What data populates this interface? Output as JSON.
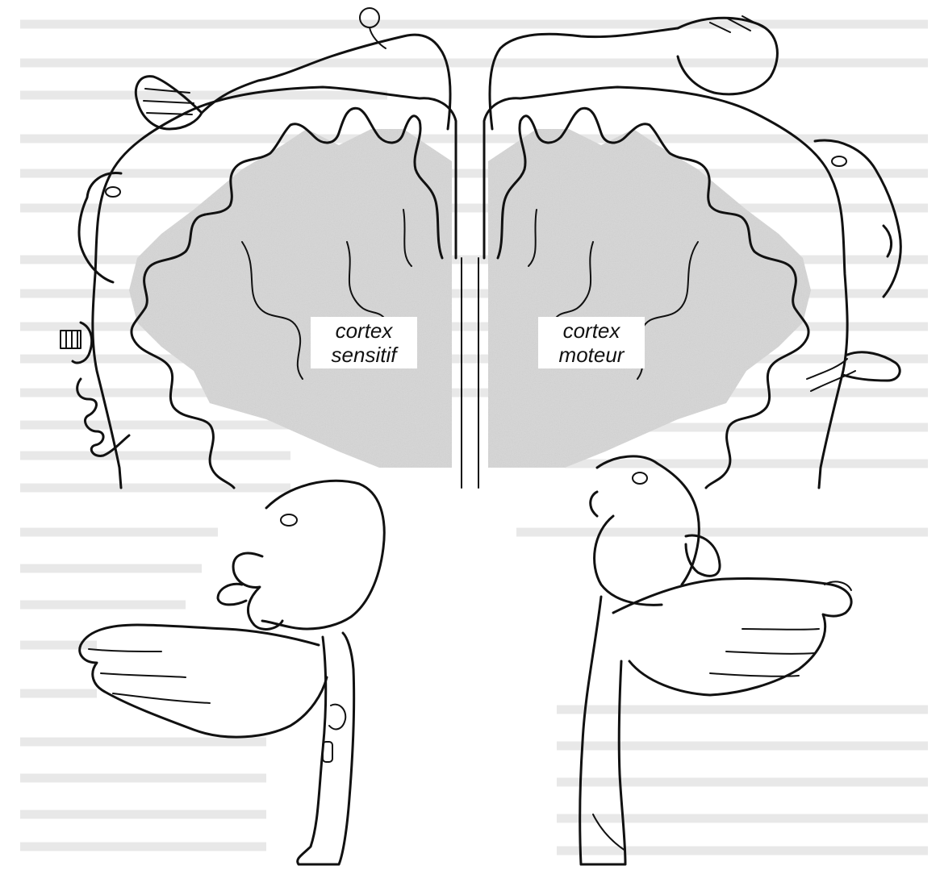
{
  "labels": {
    "sensory_line1": "cortex",
    "sensory_line2": "sensitif",
    "motor_line1": "cortex",
    "motor_line2": "moteur"
  },
  "colors": {
    "ink": "#111111",
    "paper": "#ffffff",
    "white_matter_shade": "#d6d6d6",
    "bleed_through_text": "#9a9a9a"
  }
}
